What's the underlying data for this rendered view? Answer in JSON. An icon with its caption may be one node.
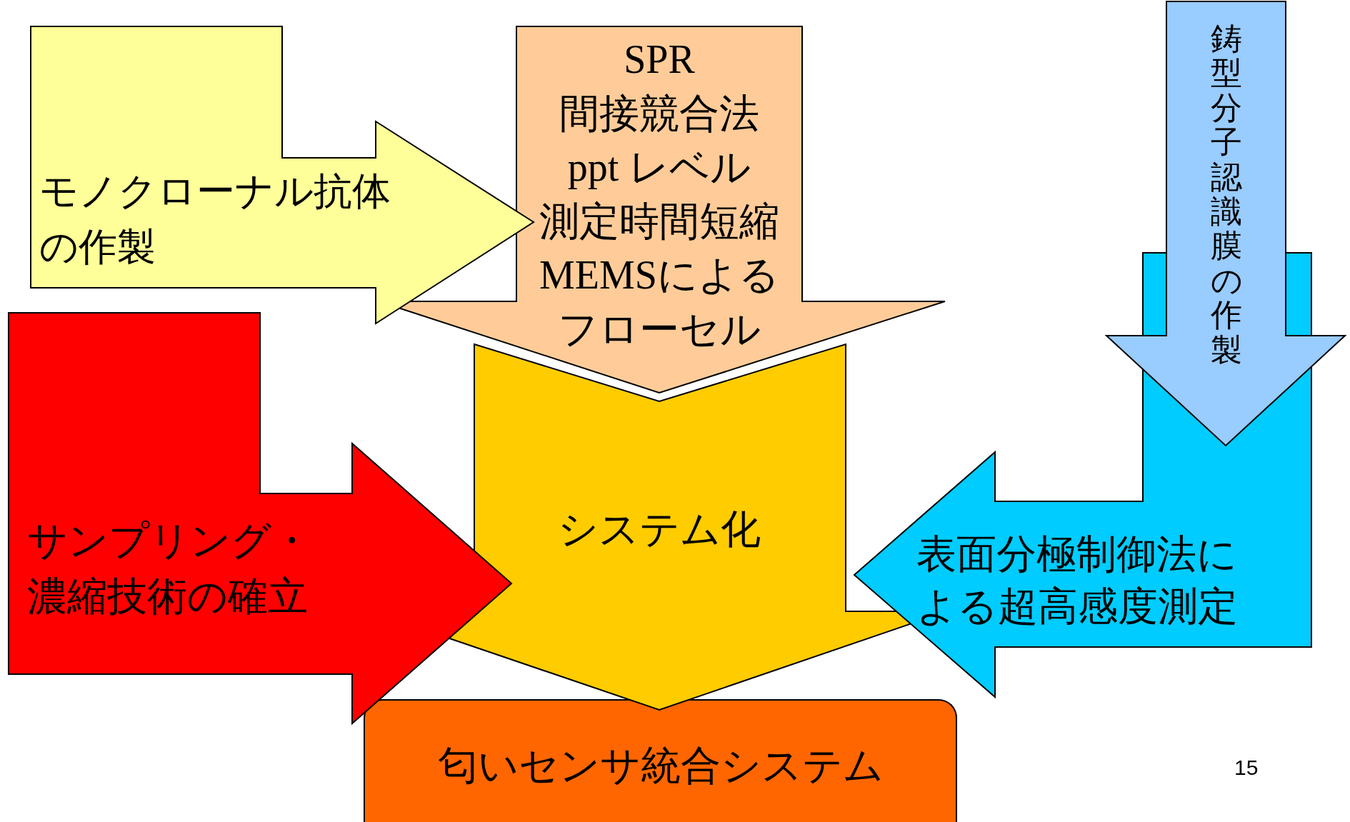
{
  "diagram": {
    "nodes": [
      {
        "text": [
          "モノクローナル抗体の作製"
        ]
      },
      {
        "text": [
          "SPR",
          "間接競合法",
          "ppt レベル",
          "測定時間短縮",
          "MEMSによるフローセル"
        ]
      },
      {
        "text": [
          "鋳型分子認識膜の作製"
        ]
      },
      {
        "text": [
          "表面分極制御法による超高感度測定"
        ]
      },
      {
        "text": [
          "サンプリング・濃縮技術の確立"
        ]
      },
      {
        "text": [
          "システム化"
        ]
      },
      {
        "text": [
          "匂いセンサ統合システム"
        ]
      }
    ],
    "labels": [
      "15"
    ]
  }
}
